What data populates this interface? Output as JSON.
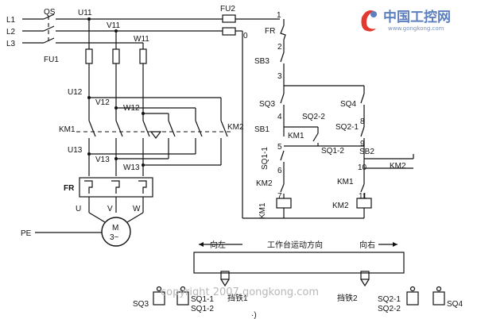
{
  "logo": {
    "cn": "中国工控网",
    "url": "www.gongkong.com"
  },
  "watermark": "copyright 2007 gongkong.com",
  "labels": {
    "L1": "L1",
    "L2": "L2",
    "L3": "L3",
    "QS": "QS",
    "U11": "U11",
    "V11": "V11",
    "W11": "W11",
    "FU1": "FU1",
    "FU2": "FU2",
    "U12": "U12",
    "V12": "V12",
    "W12": "W12",
    "KM1": "KM1",
    "KM2": "KM2",
    "U13": "U13",
    "V13": "V13",
    "W13": "W13",
    "FR": "FR",
    "U": "U",
    "V": "V",
    "W": "W",
    "PE": "PE",
    "motor_M": "M",
    "motor_3": "3~",
    "n1": "1",
    "n2": "2",
    "n3": "3",
    "n4": "4",
    "n5": "5",
    "n6": "6",
    "n7": "7",
    "n8": "8",
    "n9": "9",
    "n10": "10",
    "n11": "11",
    "n0": "0",
    "FR_c": "FR",
    "SB3": "SB3",
    "SQ3": "SQ3",
    "SQ4": "SQ4",
    "SB1": "SB1",
    "KM1_c": "KM1",
    "SQ2_2": "SQ2-2",
    "SQ2_1": "SQ2-1",
    "SQ1_1": "SQ1-1",
    "SQ1_2": "SQ1-2",
    "SB2": "SB2",
    "KM2_c": "KM2",
    "KM2_il": "KM2",
    "KM1_il": "KM1",
    "KM1_coil": "KM1",
    "KM2_coil": "KM2"
  },
  "table": {
    "left": "向左",
    "title": "工作台运动方向",
    "right": "向右",
    "stop1": "挡铁1",
    "stop2": "挡铁2",
    "SQ3": "SQ3",
    "SQ1_1": "SQ1-1",
    "SQ1_2": "SQ1-2",
    "SQ2_1": "SQ2-1",
    "SQ2_2": "SQ2-2",
    "SQ4": "SQ4"
  },
  "footer_mark": "·)"
}
